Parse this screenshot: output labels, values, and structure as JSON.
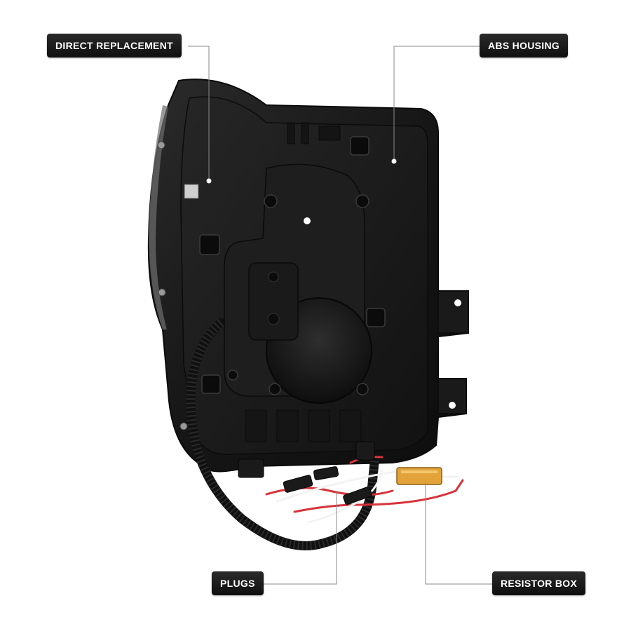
{
  "callouts": {
    "direct_replacement": "DIRECT REPLACEMENT",
    "abs_housing": "ABS HOUSING",
    "plugs": "PLUGS",
    "resistor_box": "RESISTOR BOX"
  },
  "colors": {
    "label_background": "#141414",
    "label_text": "#ffffff",
    "leader_line": "#8a8a8a",
    "housing": "#1c1c1c",
    "resistor": "#e2a43a"
  }
}
